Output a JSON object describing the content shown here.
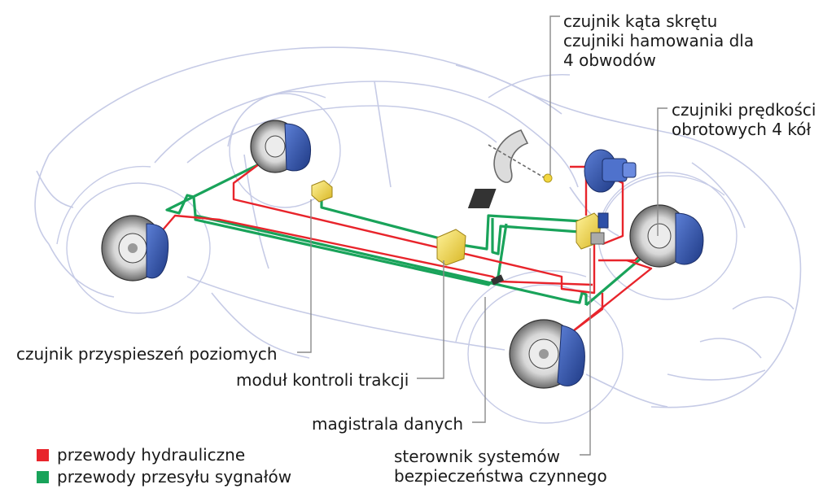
{
  "colors": {
    "hydraulic": "#e8242b",
    "signal": "#19a35a",
    "car_outline": "#c6cbe6",
    "disc_blue": "#2d4fa7",
    "module_yellow": "#f2d640",
    "leader": "#8a8a8a"
  },
  "labels": {
    "steering_sensor": [
      "czujnik kąta skrętu",
      "czujniki hamowania dla",
      "4 obwodów"
    ],
    "speed_sensors": [
      "czujniki prędkości",
      "obrotowych 4 kół"
    ],
    "lateral_accel": "czujnik przyspieszeń poziomych",
    "traction_module": "moduł kontroli trakcji",
    "data_bus": "magistrala danych",
    "safety_controller": [
      "sterownik systemów",
      "bezpieczeństwa czynnego"
    ]
  },
  "legend": [
    {
      "label": "przewody hydrauliczne",
      "color": "#e8242b"
    },
    {
      "label": "przewody przesyłu sygnałów",
      "color": "#19a35a"
    }
  ],
  "icons": [
    "brake-disc-icon",
    "steering-wheel-icon",
    "brake-booster-icon",
    "control-module-icon",
    "sensor-icon"
  ]
}
